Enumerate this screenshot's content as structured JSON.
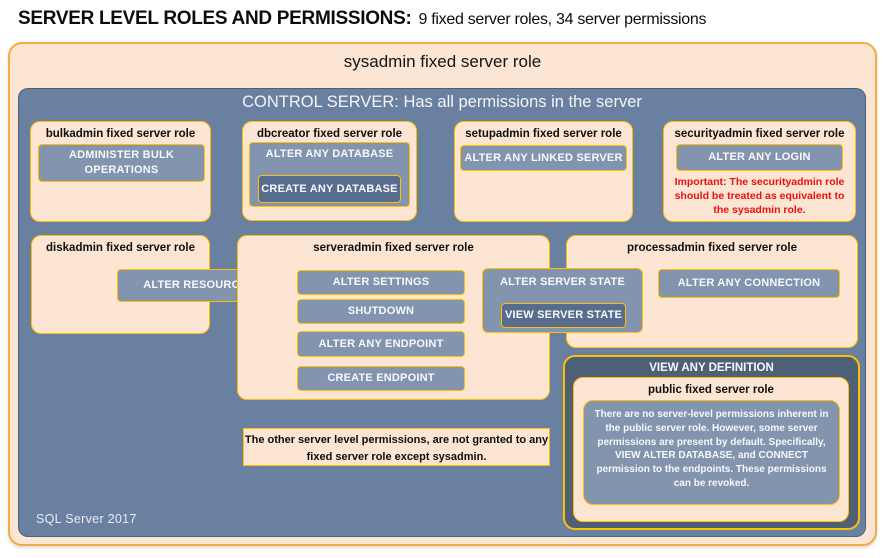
{
  "title": {
    "main": "SERVER LEVEL ROLES AND PERMISSIONS:",
    "subtitle": "9 fixed server roles, 34 server permissions"
  },
  "sysadmin_label": "sysadmin fixed server role",
  "control_server_label": "CONTROL SERVER: Has all permissions in the server",
  "roles": {
    "bulkadmin": {
      "label": "bulkadmin fixed server role",
      "permissions": [
        "ADMINISTER BULK OPERATIONS"
      ]
    },
    "dbcreator": {
      "label": "dbcreator fixed server role",
      "permissions": [
        "ALTER ANY DATABASE",
        "CREATE ANY DATABASE"
      ]
    },
    "setupadmin": {
      "label": "setupadmin fixed server role",
      "permissions": [
        "ALTER ANY LINKED SERVER"
      ]
    },
    "securityadmin": {
      "label": "securityadmin fixed server role",
      "permissions": [
        "ALTER ANY LOGIN"
      ],
      "warning": "Important: The securityadmin role should be treated as equivalent to the sysadmin role."
    },
    "diskadmin": {
      "label": "diskadmin fixed server role",
      "permissions": [
        "ALTER RESOURCES"
      ]
    },
    "serveradmin": {
      "label": "serveradmin fixed server role",
      "permissions": [
        "ALTER SETTINGS",
        "SHUTDOWN",
        "ALTER ANY ENDPOINT",
        "CREATE ENDPOINT"
      ]
    },
    "shared_state": {
      "permissions": [
        "ALTER SERVER STATE",
        "VIEW SERVER STATE"
      ]
    },
    "processadmin": {
      "label": "processadmin fixed server role",
      "permissions": [
        "ALTER ANY CONNECTION"
      ]
    },
    "public": {
      "banner": "VIEW ANY DEFINITION",
      "label": "public fixed server role",
      "description": "There are no server-level permissions inherent in the public server role. However, some server permissions are present by default. Specifically, VIEW ALTER DATABASE, and CONNECT permission to the endpoints. These permissions can be revoked."
    }
  },
  "footnote": "The other server level permissions, are not granted to any fixed server role except sysadmin.",
  "footer": "SQL Server 2017",
  "colors": {
    "peach": "#FCE5D2",
    "gold": "#FFC000",
    "gold_outer": "#F5AB42",
    "slate_background": "#6A80A0",
    "light_button": "#8294AE",
    "dark_button": "#586C8E",
    "definition_box": "#4E6078",
    "warning_red": "#E81010"
  }
}
